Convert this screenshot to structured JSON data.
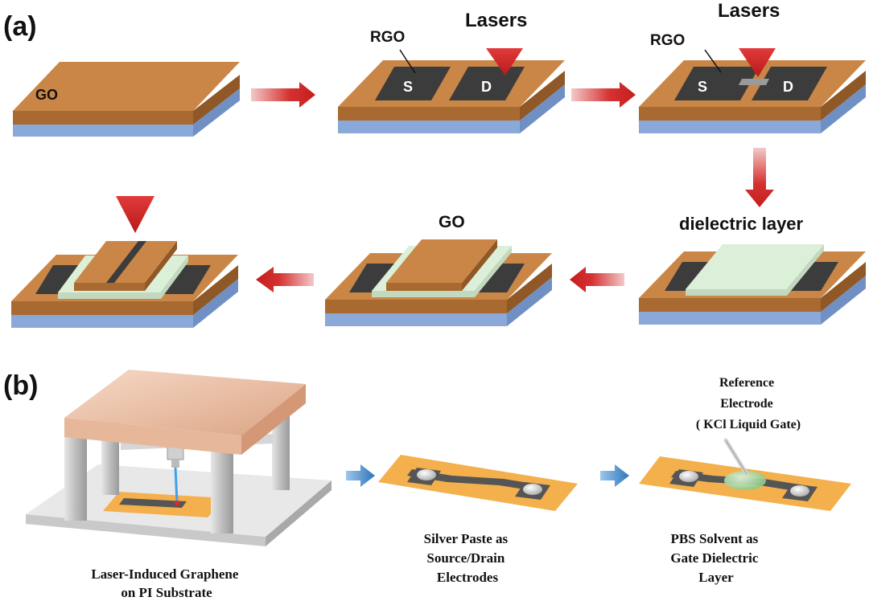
{
  "panel_a": {
    "label": "(a)",
    "step1": {
      "go_label": "GO"
    },
    "step2": {
      "rgo_label": "RGO",
      "lasers_label": "Lasers",
      "source_label": "S",
      "drain_label": "D"
    },
    "step3": {
      "rgo_label": "RGO",
      "lasers_label": "Lasers",
      "source_label": "S",
      "drain_label": "D"
    },
    "step4": {
      "dielectric_label": "dielectric layer"
    },
    "step5": {
      "go_label": "GO"
    }
  },
  "panel_b": {
    "label": "(b)",
    "caption1": [
      "Laser-Induced Graphene",
      "on PI Substrate"
    ],
    "caption2": [
      "Silver Paste as",
      "Source/Drain",
      "Electrodes"
    ],
    "caption3": [
      "PBS Solvent as",
      "Gate Dielectric",
      "Layer"
    ],
    "reference_label": [
      "Reference",
      "Electrode",
      "( KCl Liquid Gate)"
    ]
  },
  "colors": {
    "go_top": "#c98647",
    "go_front": "#a86a30",
    "substrate": "#8aa8d8",
    "rgo": "#3c3c3c",
    "dielectric": "#dcefd8",
    "arrow_red": "#d42a2a",
    "arrow_blue": "#3f86c8",
    "laser": "#d8262e",
    "pi_orange": "#f4b04c"
  },
  "icons": [
    "laser-cone-icon",
    "process-arrow-icon"
  ]
}
